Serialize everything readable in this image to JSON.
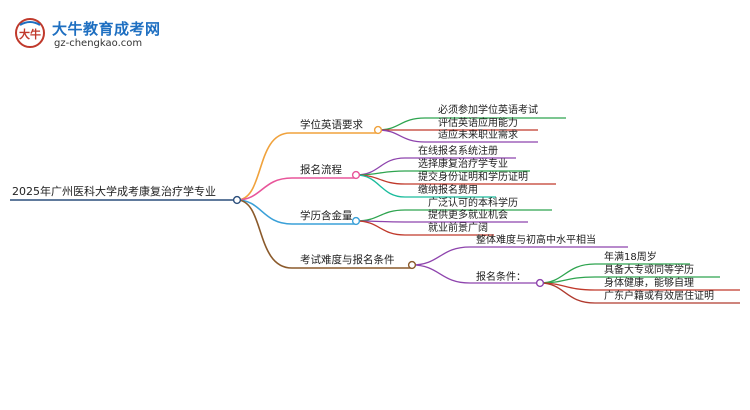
{
  "logo": {
    "brand": "大牛教育成考网",
    "site": "gz-chengkao.com",
    "mark_text": "大牛"
  },
  "colors": {
    "root_line": "#2c4f7c",
    "orange": "#f0a23c",
    "pink": "#e8559a",
    "blue": "#3aa0d8",
    "red": "#c0392b",
    "dark_red": "#b03a2e",
    "green": "#2ea44f",
    "purple": "#8e44ad",
    "teal": "#1abc9c",
    "brown": "#8b5a2b"
  },
  "mindmap": {
    "root": "2025年广州医科大学成考康复治疗学专业",
    "branches": [
      {
        "label": "学位英语要求",
        "children": [
          "必须参加学位英语考试",
          "评估英语应用能力",
          "适应未来职业需求"
        ]
      },
      {
        "label": "报名流程",
        "children": [
          "在线报名系统注册",
          "选择康复治疗学专业",
          "提交身份证明和学历证明",
          "缴纳报名费用"
        ]
      },
      {
        "label": "学历含金量",
        "children": [
          "广泛认可的本科学历",
          "提供更多就业机会",
          "就业前景广阔"
        ]
      },
      {
        "label": "考试难度与报名条件",
        "children": [
          {
            "label": "整体难度与初高中水平相当"
          },
          {
            "label": "报名条件：",
            "children": [
              "年满18周岁",
              "具备大专或同等学历",
              "身体健康，能够自理",
              "广东户籍或有效居住证明"
            ]
          }
        ]
      }
    ]
  }
}
